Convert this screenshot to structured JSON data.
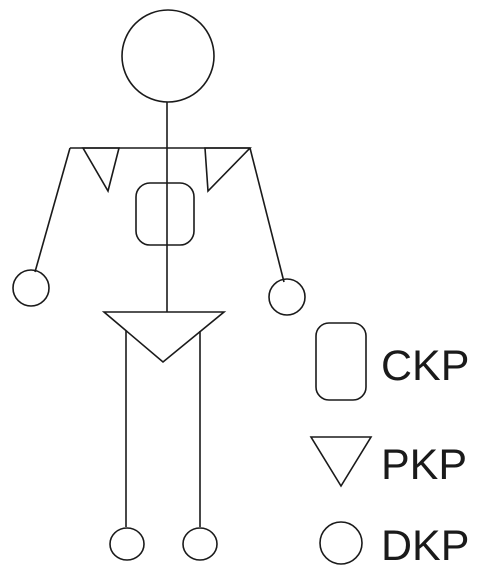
{
  "legend": {
    "items": [
      {
        "shape": "rounded-rectangle",
        "label": "CKP"
      },
      {
        "shape": "triangle-down",
        "label": "PKP"
      },
      {
        "shape": "circle",
        "label": "DKP"
      }
    ]
  },
  "colors": {
    "stroke": "#1a1a1a",
    "background": "#ffffff"
  }
}
